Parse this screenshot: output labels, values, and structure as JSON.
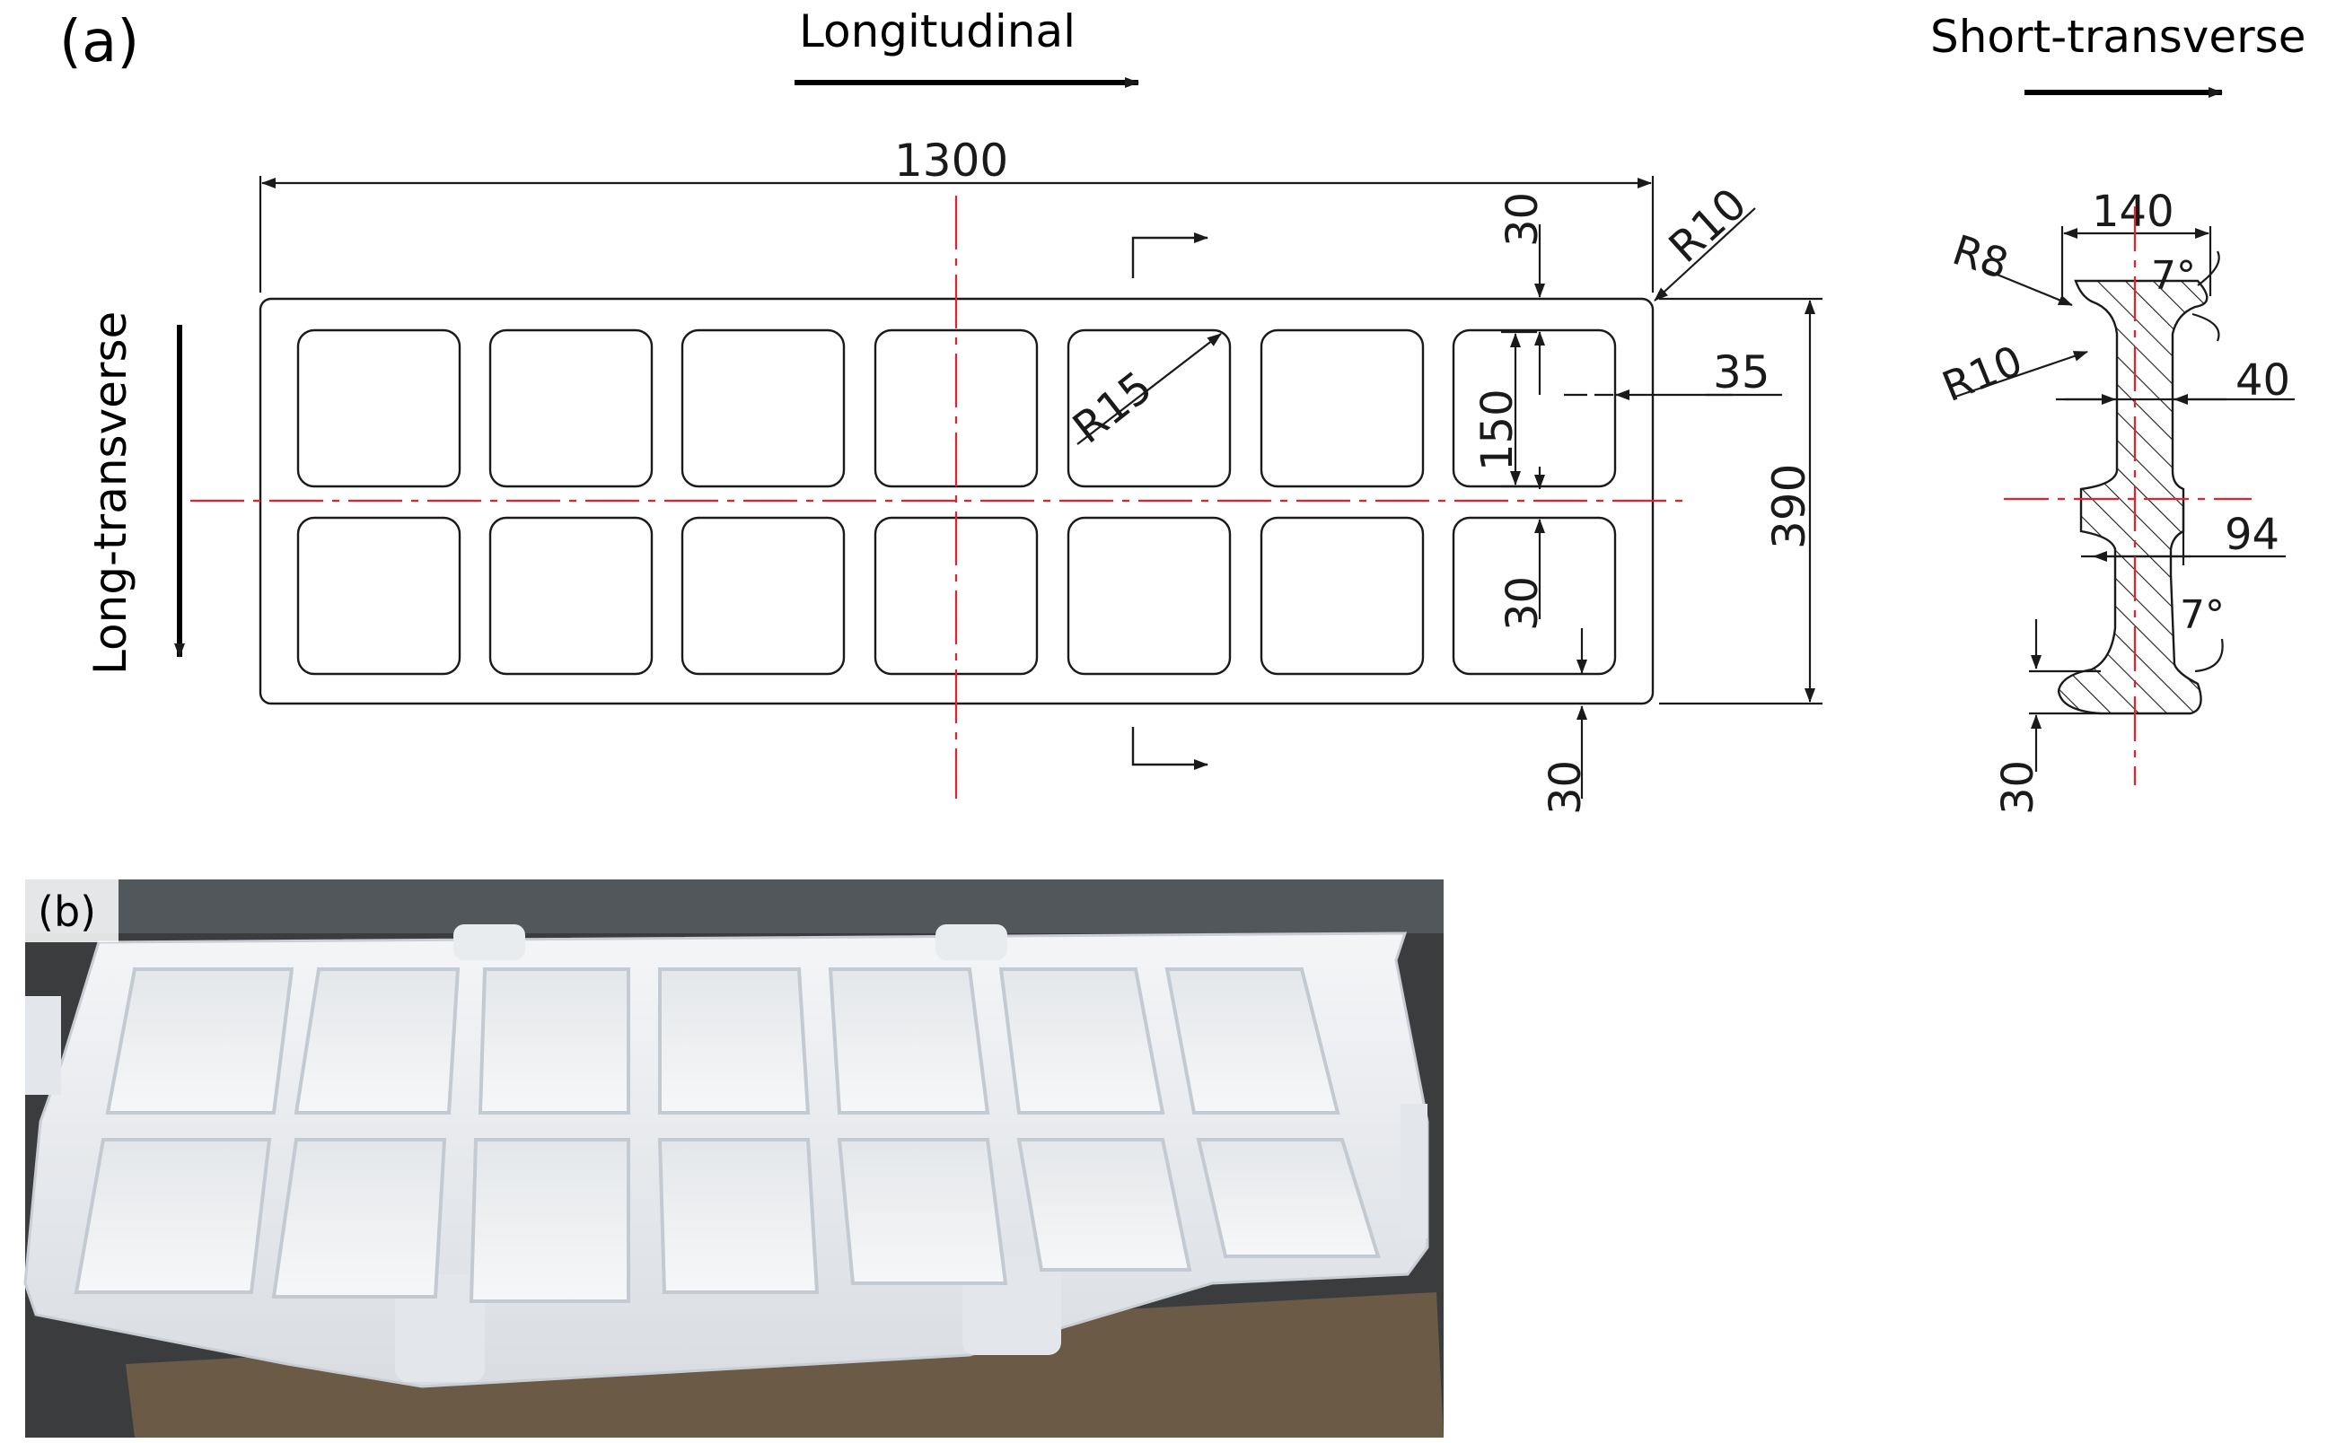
{
  "panel_a": {
    "label": "(a)",
    "directions": {
      "longitudinal": "Longitudinal",
      "short_transverse": "Short-transverse",
      "long_transverse": "Long-transverse"
    },
    "dimensions": {
      "overall_length": "1300",
      "overall_width": "390",
      "corner_radius": "R10",
      "pocket_radius": "R15",
      "top_margin": "30",
      "pocket_height": "150",
      "rib_width": "30",
      "pocket_offset": "35",
      "bottom_margin": "30"
    },
    "section": {
      "flange_width": "140",
      "fillet_top": "R8",
      "fillet_web": "R10",
      "draft_top": "7°",
      "web_thickness": "40",
      "center_rib": "94",
      "draft_bottom": "7°",
      "flange_thickness": "30"
    }
  },
  "panel_b": {
    "label": "(b)"
  },
  "colors": {
    "line": "#1a1a1a",
    "centerline": "#e8202a",
    "photo_bg": "#3a3c3e",
    "casting": "#eef0f2",
    "pallet": "#6b5a45"
  }
}
